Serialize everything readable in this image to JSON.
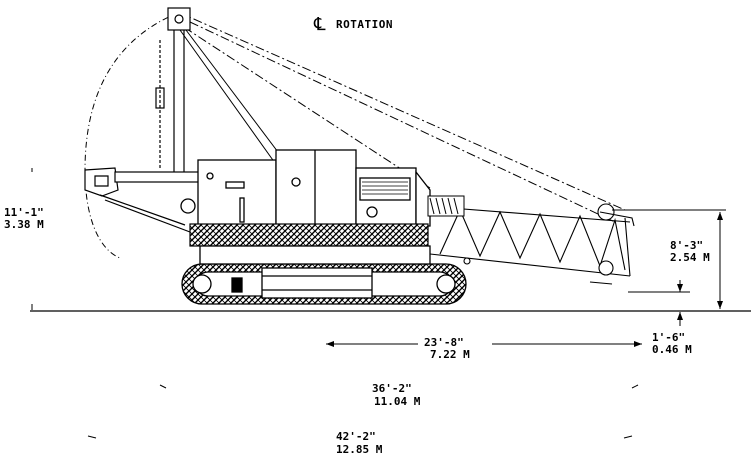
{
  "diagram": {
    "rotation_label": "ROTATION",
    "rotation_symbol": "℄",
    "dims": {
      "height_left_ft": "11'-1\"",
      "height_left_m": "3.38 M",
      "height_right_ft": "8'-3\"",
      "height_right_m": "2.54 M",
      "offset_ft": "1'-6\"",
      "offset_m": "0.46 M",
      "radius_ft": "23'-8\"",
      "radius_m": "7.22 M",
      "length1_ft": "36'-2\"",
      "length1_m": "11.04 M",
      "length2_ft": "42'-2\"",
      "length2_m": "12.85 M"
    },
    "colors": {
      "ink": "#000000",
      "background": "#ffffff"
    }
  }
}
